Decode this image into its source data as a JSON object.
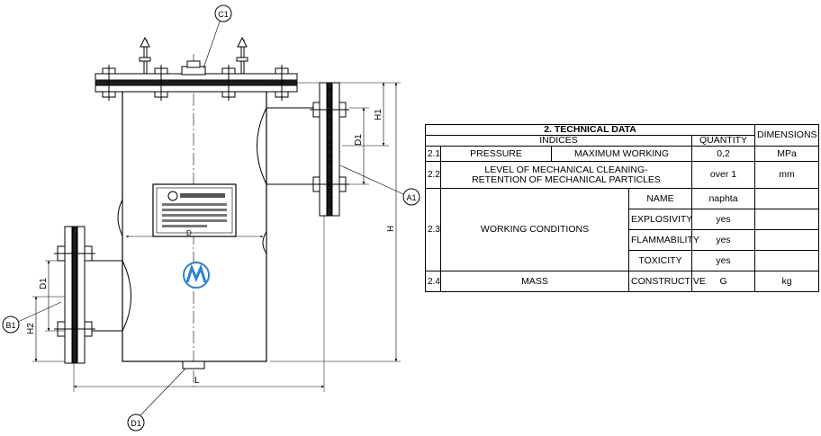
{
  "drawing": {
    "callouts": {
      "c1": "C1",
      "a1": "A1",
      "b1": "B1",
      "d1": "D1"
    },
    "dims": {
      "h1": "H1",
      "d1_right": "D1",
      "h": "H",
      "d1_left": "D1",
      "h2": "H2",
      "l": "L",
      "d": "D"
    },
    "logo_icon": "company-logo-icon"
  },
  "table": {
    "title": "2. TECHNICAL DATA",
    "col_indices": "INDICES",
    "col_quantity": "QUANTITY",
    "col_dimensions": "DIMENSIONS",
    "rows": {
      "r21": {
        "num": "2.1",
        "index": "PRESSURE",
        "sub": "MAXIMUM WORKING",
        "qty": "0,2",
        "dim": "MPa"
      },
      "r22": {
        "num": "2.2",
        "index": "LEVEL OF MECHANICAL CLEANING-\nRETENTION OF MECHANICAL PARTICLES",
        "qty": "over 1",
        "dim": "mm"
      },
      "r23": {
        "num": "2.3",
        "index": "WORKING CONDITIONS",
        "subs": [
          "NAME",
          "EXPLOSIVITY",
          "FLAMMABILITY",
          "TOXICITY"
        ],
        "qtys": [
          "naphta",
          "yes",
          "yes",
          "yes"
        ]
      },
      "r24": {
        "num": "2.4",
        "index": "MASS",
        "sub": "CONSTRUCTIVE",
        "qty": "G",
        "dim": "kg"
      }
    }
  }
}
